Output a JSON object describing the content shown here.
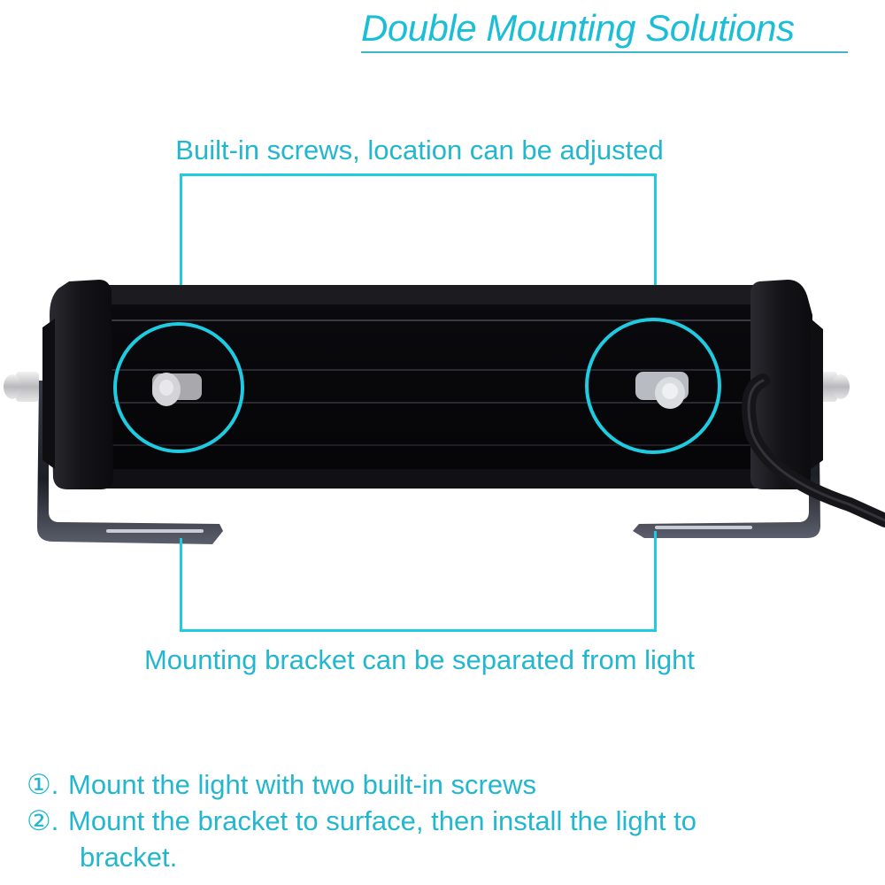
{
  "title": "Double Mounting Solutions",
  "callouts": {
    "top": "Built-in screws, location can be adjusted",
    "bottom": "Mounting bracket can be separated from light"
  },
  "steps": [
    {
      "number": "①.",
      "text": "Mount the light with two built-in screws"
    },
    {
      "number": "②.",
      "text": "Mount the bracket to surface, then install the light to"
    },
    {
      "number": "",
      "text": "bracket."
    }
  ],
  "colors": {
    "accent": "#1ecbe1",
    "text": "#22b7cf",
    "light_body": "#0b0b10",
    "end_cap": "#151518"
  },
  "product": {
    "name": "LED light bar",
    "highlights": [
      "left-built-in-screw",
      "right-built-in-screw"
    ]
  }
}
